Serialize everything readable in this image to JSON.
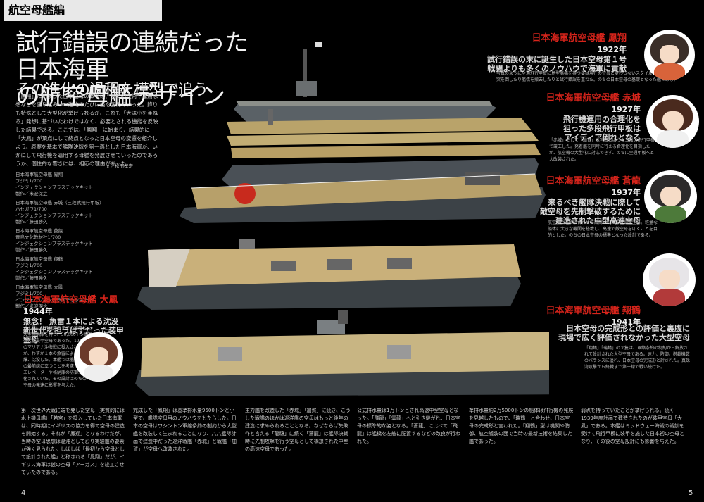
{
  "section_tab": "航空母艦編",
  "title": {
    "line1": "試行錯誤の連続だった日本海軍",
    "line2": "の航空母艦デザイン",
    "sub": "その進化の過程を模型で追う"
  },
  "intro_text": "「鳳翔」に始まった日本空母の数々は、当時の技術や運用思想などを盛り込みつつ進化のたびに姿を変えていった。飾りも特殊として大型化が挙げられるが、これも「大は小を兼ねる」発想に基づいたわけではなく、必要とされる機能を反映した結果である。ここでは、「鳳翔」に始まり、結果的に「大鳳」が頂点にして終点となった日本空母の変遷を紹介しよう。原案を基本で艦隊決戦を第一義とした日本海軍が、いかにして飛行機を運用する母艦を発展させていったのであろうか、個性的な響きには、相応の理由があった。",
  "byline": "文／松田孝宏",
  "kits": [
    {
      "name": "日本海軍航空母艦 鳳翔",
      "maker": "フジミ1/700",
      "type": "インジェクションプラスチックキット",
      "credit": "製作／米波保之"
    },
    {
      "name": "日本海軍航空母艦 赤城（三段式飛行甲板）",
      "maker": "ハセガワ1/700",
      "type": "インジェクションプラスチックキット",
      "credit": "製作／藤田勝久"
    },
    {
      "name": "日本海軍航空母艦 蒼龍",
      "maker": "青島文化教材社1/700",
      "type": "インジェクションプラスチックキット",
      "credit": "製作／藤田勝久"
    },
    {
      "name": "日本海軍航空母艦 翔鶴",
      "maker": "フジミ1/700",
      "type": "インジェクションプラスチックキット",
      "credit": "製作／藤田勝久"
    },
    {
      "name": "日本海軍航空母艦 大鳳",
      "maker": "フジミ1/700",
      "type": "インジェクションプラスチックキット",
      "credit": "製作／米波保之"
    }
  ],
  "taiho": {
    "head": "日本海軍航空母艦 大鳳",
    "year": "1944年",
    "tag1": "無念！ 魚雷１本による沈没",
    "tag2": "新世代を担うはずだった装甲空母",
    "body": "「大鳳」は飛行甲板までの装甲と大型格納庫を持つ、50,000トン級の大型装甲空母であった。1944年のマリアナ沖海戦に投入されたが、わずか１本の魚雷により誘爆、沈没した。本艦では艦隊決戦の最前線に立つことを考慮して、エレベーターや格納庫の防御が強化されていた。その設計はのちの空母の発達に影響を与えた。"
  },
  "hosho": {
    "head": "日本海軍航空母艦 鳳翔",
    "year": "1922年",
    "tag1": "試行錯誤の末に誕生した日本空母第１号",
    "tag2": "戦闘よりも多くのノウハウで海軍に貢献",
    "body": "写真のように全通飛行甲板に島型艦橋を持つ姿は現在の空母と変わらないスタイルだが、竣工時は煙突を倒したり艦橋を撤去したりと試行錯誤を重ねた。のちの日本空母の基礎となった艦である。"
  },
  "akagi": {
    "head": "日本海軍航空母艦 赤城",
    "year": "1927年",
    "tag1": "飛行機運用の合理化を",
    "tag2": "狙った多段飛行甲板は",
    "tag3": "アイディア倒れとなる",
    "body": "「赤城」そして「加賀」は写真のような三段の飛行甲板で竣工した。発着艦を同時に行える合理化を目指したが、航空機の大型化に対応できず、のちに全通甲板へと大改装された。"
  },
  "soryu": {
    "head": "日本海軍航空母艦 蒼龍",
    "year": "1937年",
    "tag1": "来るべき艦隊決戦に際して",
    "tag2": "敵空母を先制撃破するために",
    "tag3": "建造された中型高速空母",
    "body": "航空機の進歩に合わせて設計された中型高速空母。軽量な船体に大きな機関を搭載し、高速で敵空母を叩くことを目的とした。のちの日本空母の標準となった設計である。"
  },
  "shokaku": {
    "head": "日本海軍航空母艦 翔鶴",
    "year": "1941年",
    "tag1": "日本空母の完成形との評価と裏腹に",
    "tag2": "現場で広く評価されなかった大型空母",
    "body": "「翔鶴」「瑞鶴」の２隻は、軍縮条約の制約から解放されて設計された大型空母である。速力、防御、搭載機数のバランスに優れ、日本空母の完成形と評された。真珠湾攻撃から終戦まで第一線で戦い続けた。"
  },
  "columns": [
    "第一次世界大戦に端を発した空母（実質的には水上機母艦）「若宮」を投入していた日本海軍は、同時期にイギリスの協力を得て空母の建造を開始する。それが「鳳翔」となるわけだが、当時の空母思想は混沌としており実験艦の要素が強く見られた。しばしば「最初から空母として設計された艦」と称される「鳳翔」だが、イギリス海軍は仮の空母「アーガス」を竣工させていたのである。",
    "完成した「鳳翔」は基準排水量9500トンと小型で、艦隊空母用のノウハウをもたらした。日本の空母はワシントン軍縮条約の制約から大型艦を改装して生まれることになり、八八艦隊計画で建造中だった巡洋戦艦「赤城」と戦艦「加賀」が空母へ改装された。",
    "主力艦を改造した「赤城」「加賀」に続き、こうした戦艦のほかは巡洋艦の空母はもっと後年の建造に求められることとなる。なぜならば失敗作と言える「龍驤」に続く「蒼龍」は艦隊決戦時に先制攻撃を行う空母として構想された中型の高速空母であった。",
    "公式排水量は1万トンとされ高速中型空母となった。「飛龍」「雲龍」へと引き継がれ、日本空母の標準的な姿となる。「蒼龍」に比べて「飛龍」は艦橋を左舷に配置するなどの改良が行われた。",
    "準排水量約2万5000トンの船体は飛行機の発展を見越したもので、「瑞鶴」と合わせ、日本空母の完成形と言われた。「翔鶴」型は機関や防御、航空艤装の面で当時の最新技術を結集した艦であった。",
    "弱点を持っていたことが挙げられる。続く1939年度計画で建造されたのが装甲空母「大鳳」である。本艦はミッドウェー海戦の戦訓を受けて飛行甲板に装甲を施した日本初の空母となり、その後の空母設計にも影響を与えた。"
  ],
  "page_left": "4",
  "page_right": "5"
}
